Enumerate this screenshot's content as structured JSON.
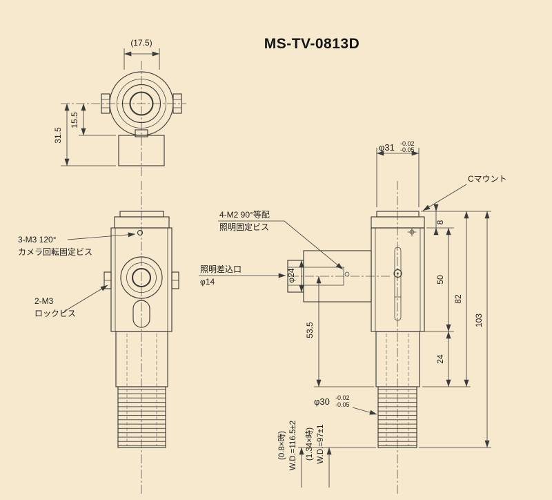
{
  "title": "MS-TV-0813D",
  "colors": {
    "background": "#f7e9ce",
    "line": "#3b3b3b",
    "text": "#1c1c1c"
  },
  "front_view": {
    "width": "(17.5)",
    "height_total": "31.5",
    "height_upper": "15.5"
  },
  "side_view": {
    "rotation_screw": "3-M3 120°",
    "rotation_screw_desc": "カメラ回転固定ビス",
    "lock_screw": "2-M3",
    "lock_screw_desc": "ロックビス"
  },
  "main_view": {
    "top_diameter": "φ31",
    "top_tol_upper": "-0.02",
    "top_tol_lower": "-0.05",
    "c_mount": "Cマウント",
    "light_screw": "4-M2 90°等配",
    "light_screw_desc": "照明固定ビス",
    "light_port": "照明差込口",
    "light_port_diameter": "φ14",
    "port_outer_diameter": "φ24",
    "port_center_height": "53.5",
    "cap_height": "8",
    "body_height": "50",
    "lower_height": "24",
    "upper_total_height": "82",
    "total_height": "103",
    "bottom_diameter": "φ30",
    "bottom_tol_upper": "-0.02",
    "bottom_tol_lower": "-0.05",
    "wd1_condition": "(0.8×時)",
    "wd1_value": "W.D.=116.5±2",
    "wd2_condition": "(1.34×時)",
    "wd2_value": "W.D.=97±1"
  }
}
